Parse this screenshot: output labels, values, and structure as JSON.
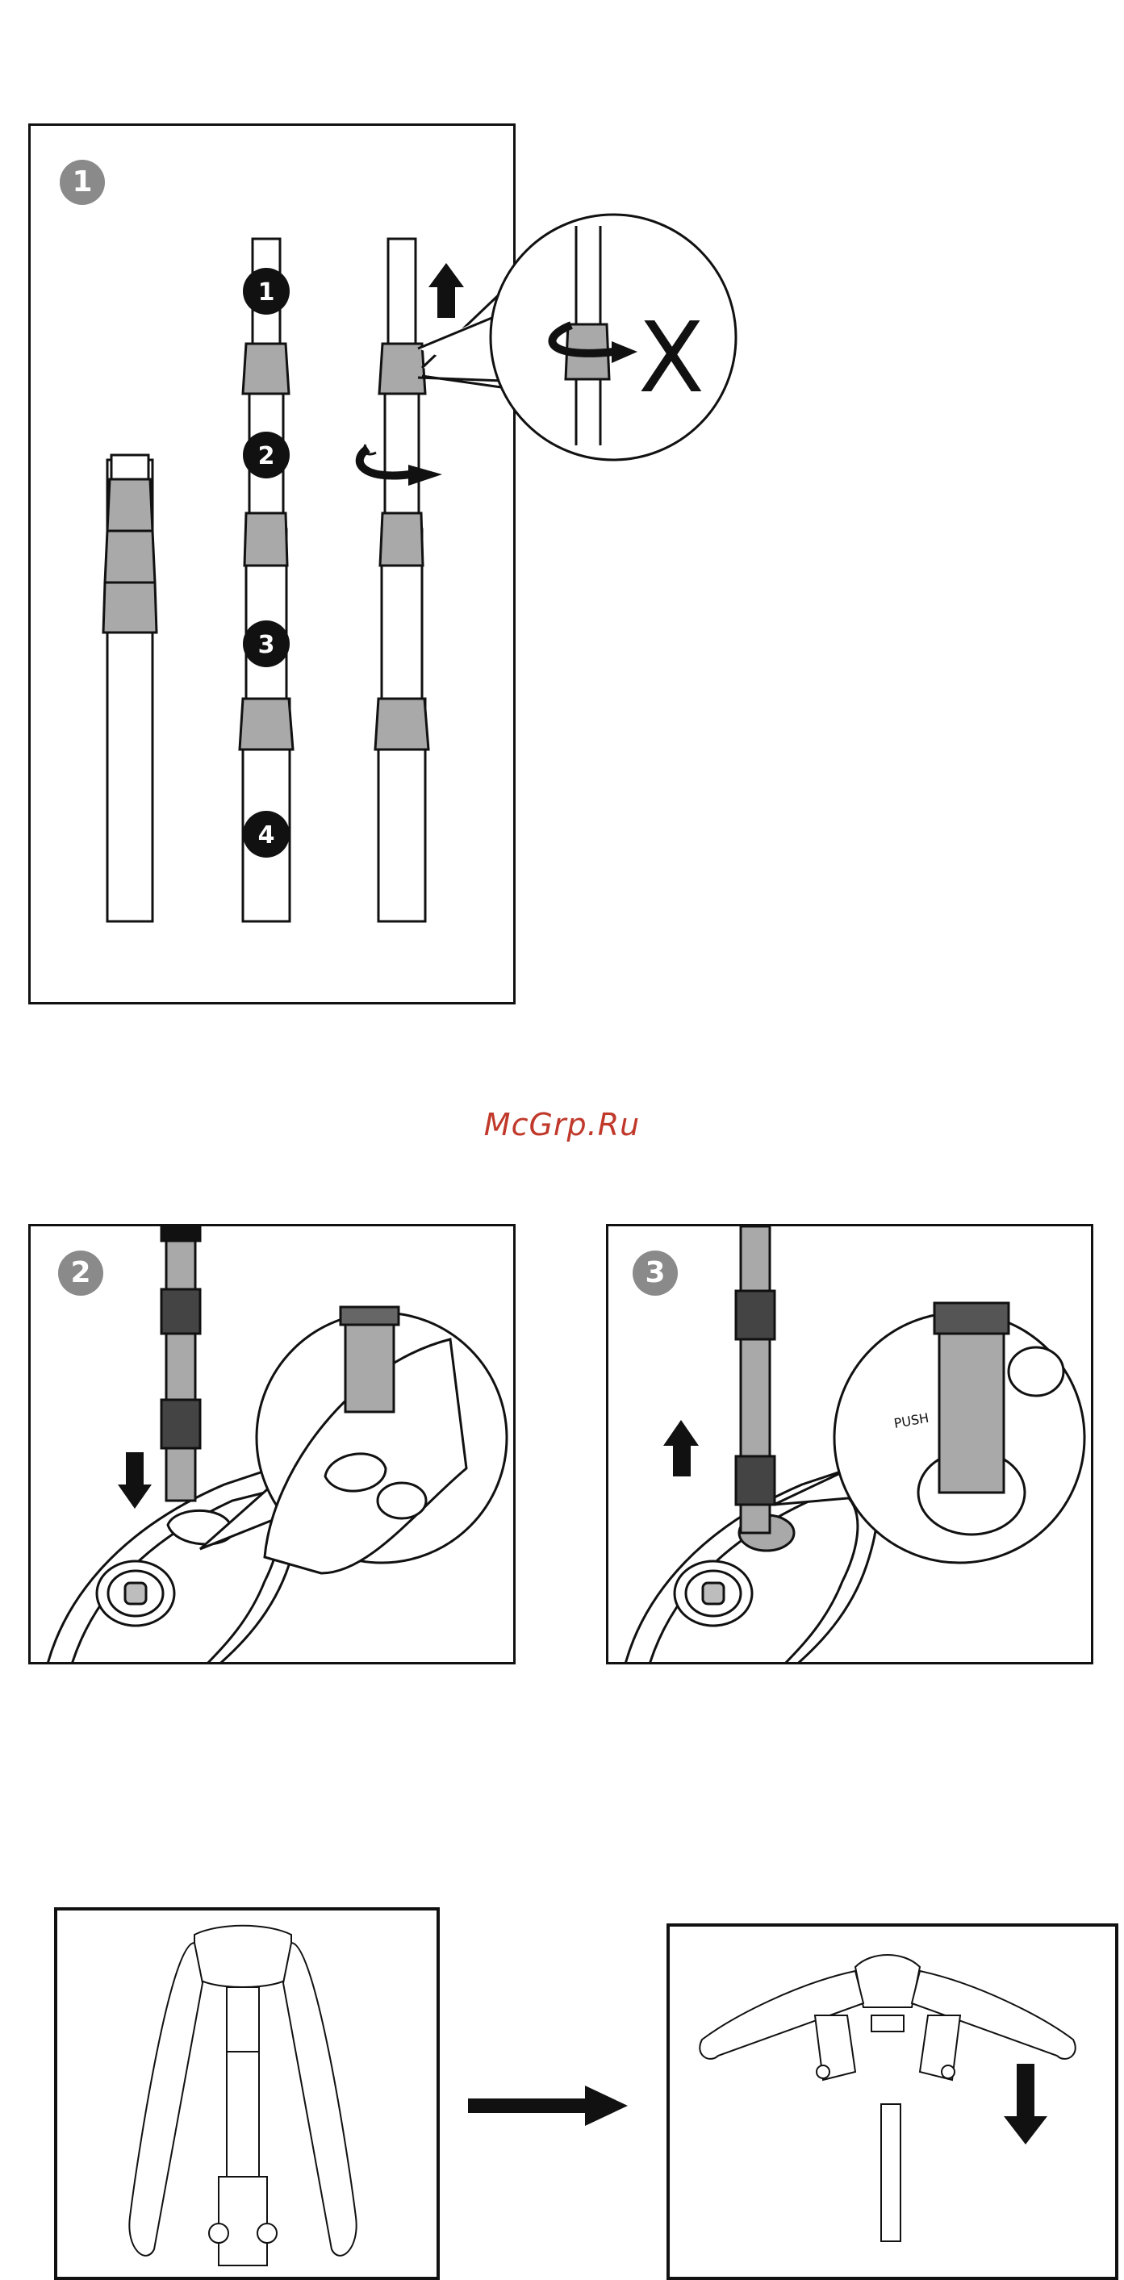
{
  "watermark": "McGrp.Ru",
  "steps": {
    "step1": "1",
    "step2": "2",
    "step3": "3"
  },
  "segments": [
    "1",
    "2",
    "3",
    "4"
  ],
  "zoom_label": "PUSH",
  "cross_mark": "X",
  "colors": {
    "line": "#111111",
    "collar": "#a9a9a9",
    "badge": "#8a8a8a",
    "watermark": "#c0392b"
  }
}
